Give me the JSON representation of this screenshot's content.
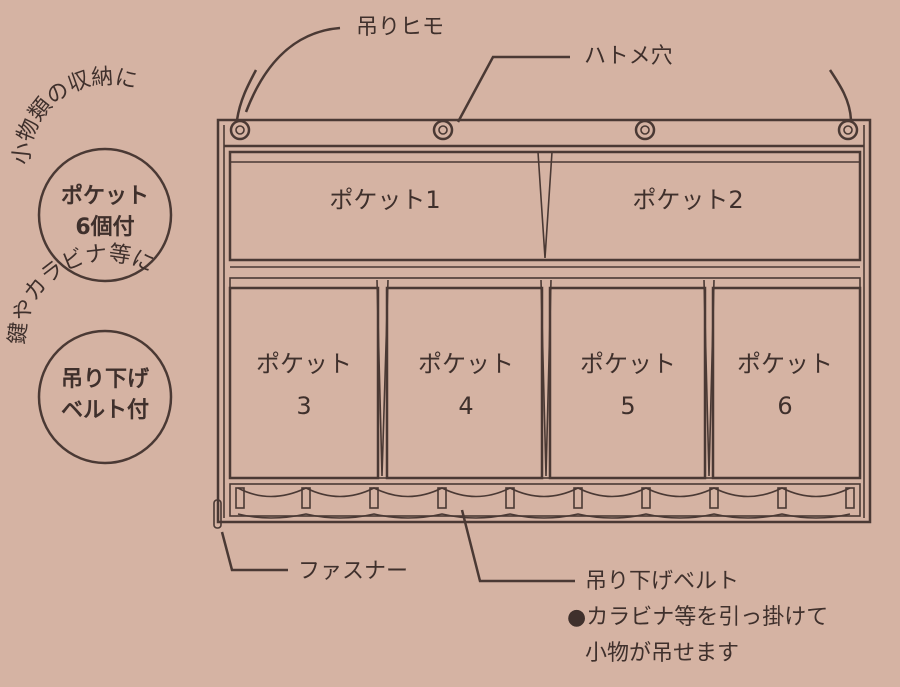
{
  "labels": {
    "hanging_string": "吊りヒモ",
    "grommet_hole": "ハトメ穴",
    "zipper": "ファスナー",
    "hanging_belt": "吊り下げベルト",
    "belt_note_line1": "●カラビナ等を引っ掛けて",
    "belt_note_line2": "小物が吊せます"
  },
  "badges": [
    {
      "arc_text": "小物類の収納に",
      "line1": "ポケット",
      "line2": "6個付"
    },
    {
      "arc_text": "鍵やカラビナ等に",
      "line1": "吊り下げ",
      "line2": "ベルト付"
    }
  ],
  "pockets": [
    {
      "line1": "ポケット1"
    },
    {
      "line1": "ポケット2"
    },
    {
      "line1": "ポケット",
      "line2": "3"
    },
    {
      "line1": "ポケット",
      "line2": "4"
    },
    {
      "line1": "ポケット",
      "line2": "5"
    },
    {
      "line1": "ポケット",
      "line2": "6"
    }
  ],
  "colors": {
    "background": "#d5b3a3",
    "line": "#4a3934"
  }
}
